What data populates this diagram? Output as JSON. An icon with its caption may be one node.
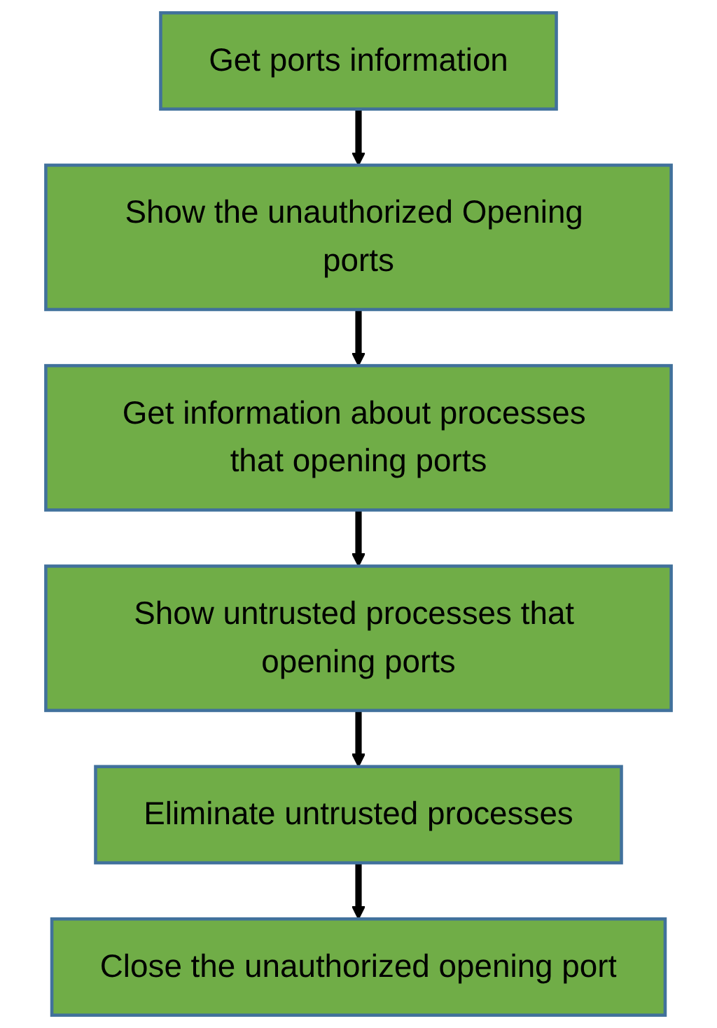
{
  "diagram": {
    "nodes": [
      {
        "text": [
          "Get ports information"
        ]
      },
      {
        "text": [
          "Show the unauthorized Opening ports"
        ]
      },
      {
        "text": [
          "Get information about processes that opening ports"
        ]
      },
      {
        "text": [
          "Show untrusted processes that opening ports"
        ]
      },
      {
        "text": [
          "Eliminate untrusted processes"
        ]
      },
      {
        "text": [
          "Close the unauthorized opening port"
        ]
      }
    ],
    "edges": [
      {
        "from": 0,
        "to": 1,
        "arrow": "to"
      },
      {
        "from": 1,
        "to": 2,
        "arrow": "to"
      },
      {
        "from": 2,
        "to": 3,
        "arrow": "to"
      },
      {
        "from": 3,
        "to": 4,
        "arrow": "to"
      },
      {
        "from": 4,
        "to": 5,
        "arrow": "to"
      }
    ]
  }
}
